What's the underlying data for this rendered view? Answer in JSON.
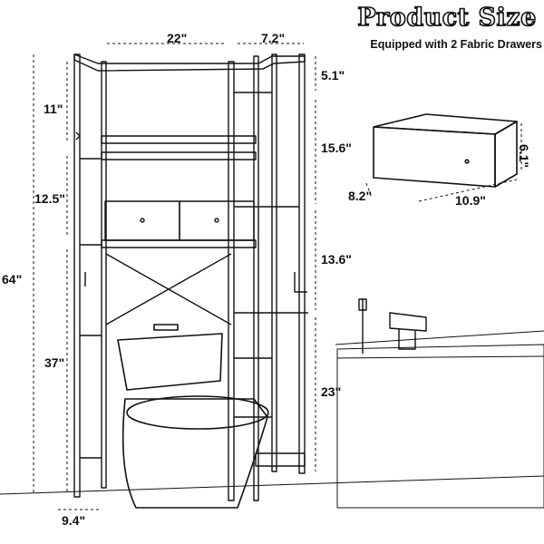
{
  "title": "Product Size",
  "subtitle": "Equipped with 2 Fabric Drawers",
  "dimensions": {
    "shelf_width": "22\"",
    "side_width": "7.2\"",
    "total_height": "64\"",
    "top_section": "11\"",
    "middle_section": "12.5\"",
    "lower_section": "37\"",
    "foot_depth": "9.4\"",
    "side_top": "5.1\"",
    "side_shelf_1": "15.6\"",
    "side_shelf_2": "13.6\"",
    "side_bottom": "23\""
  },
  "drawer": {
    "height": "6.1\"",
    "depth": "8.2\"",
    "width": "10.9\""
  },
  "colors": {
    "line": "#111111",
    "background": "#ffffff"
  }
}
